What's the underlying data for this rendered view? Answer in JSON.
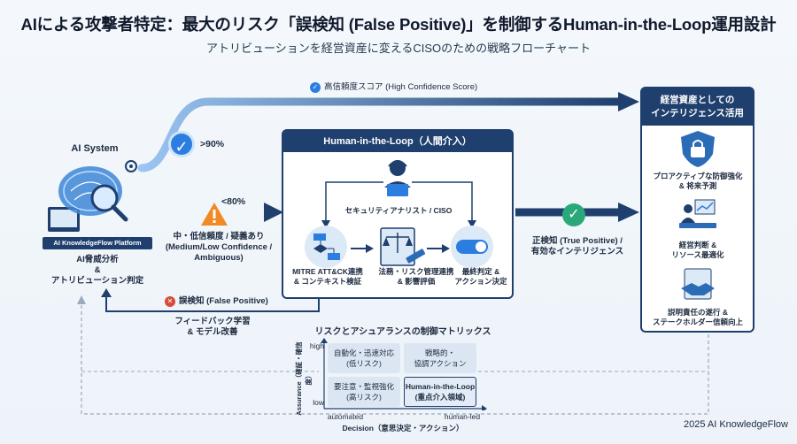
{
  "header": {
    "title": "AIによる攻撃者特定：最大のリスク「誤検知 (False Positive)」を制御するHuman-in-the-Loop運用設計",
    "subtitle": "アトリビューションを経営資産に変えるCISOのための戦略フローチャート"
  },
  "ai_system": {
    "label": "AI System",
    "platform": "AI KnowledgeFlow Platform",
    "caption_line1": "AI脅威分析",
    "caption_line2": "&",
    "caption_line3": "アトリビューション判定"
  },
  "high_path": {
    "label": "高信頼度スコア (High Confidence Score)",
    "threshold": ">90%"
  },
  "medium_path": {
    "threshold": "<80%",
    "label_line1": "中・低信頼度 / 疑義あり",
    "label_line2": "(Medium/Low Confidence /",
    "label_line3": "Ambiguous)"
  },
  "hitl": {
    "title": "Human-in-the-Loop（人間介入）",
    "analyst": "セキュリティアナリスト / CISO",
    "step1_line1": "MITRE ATT&CK連携",
    "step1_line2": "& コンテキスト検証",
    "step2_line1": "法務・リスク管理連携",
    "step2_line2": "& 影響評価",
    "step3_line1": "最終判定 &",
    "step3_line2": "アクション決定"
  },
  "true_positive": {
    "line1": "正検知 (True Positive) /",
    "line2": "有効なインテリジェンス"
  },
  "false_positive": {
    "label": "誤検知 (False Positive)",
    "feedback_line1": "フィードバック学習",
    "feedback_line2": "& モデル改善"
  },
  "right_panel": {
    "title_line1": "経営資産としての",
    "title_line2": "インテリジェンス活用",
    "item1_line1": "プロアクティブな防御強化",
    "item1_line2": "& 将来予測",
    "item2_line1": "経営判断 &",
    "item2_line2": "リソース最適化",
    "item3_line1": "説明責任の遂行 &",
    "item3_line2": "ステークホルダー信頼向上"
  },
  "matrix": {
    "title": "リスクとアシュアランスの制御マトリックス",
    "y_axis": "Assurance（確証・確信度）",
    "y_high": "high",
    "y_low": "low",
    "x_axis": "Decision（意思決定・アクション）",
    "x_left": "automated",
    "x_right": "human-led",
    "cells": [
      {
        "line1": "自動化・迅速対応",
        "line2": "(低リスク)"
      },
      {
        "line1": "戦略的・",
        "line2": "協調アクション"
      },
      {
        "line1": "要注意・監視強化",
        "line2": "(高リスク)"
      },
      {
        "line1": "Human-in-the-Loop",
        "line2": "(重点介入領域)"
      }
    ]
  },
  "footer": {
    "copyright": "2025 AI KnowledgeFlow"
  },
  "colors": {
    "navy": "#1f3f6e",
    "accent_blue": "#2b7de0",
    "warning": "#f08a24",
    "error": "#d84a3a",
    "success": "#2aa87a"
  }
}
